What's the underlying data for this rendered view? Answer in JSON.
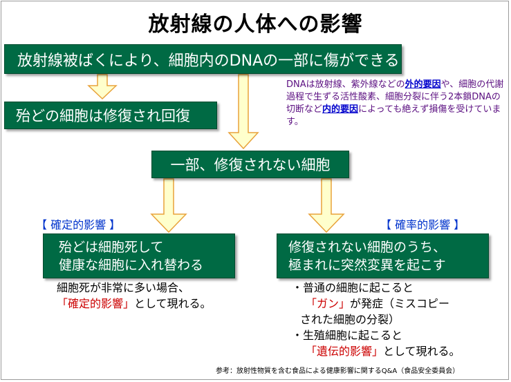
{
  "title": "放射線の人体への影響",
  "boxes": {
    "damage": "放射線被ばくにより、細胞内のDNAの一部に傷ができる",
    "repaired": "殆どの細胞は修復され回復",
    "unrepaired": "一部、修復されない細胞",
    "deterministic_line1": "殆どは細胞死して",
    "deterministic_line2": "健康な細胞に入れ替わる",
    "stochastic_line1": "修復されない細胞のうち、",
    "stochastic_line2": "極まれに突然変異を起こす"
  },
  "note": {
    "part1": "DNAは放射線、紫外線などの",
    "external": "外的要因",
    "part2": "や、細胞の代謝過程で生ずる活性酸素、細胞分裂に伴う2本鎖DNAの切断など",
    "internal": "内的要因",
    "part3": "によっても絶えず損傷を受けています。"
  },
  "labels": {
    "deterministic": "【 確定的影響 】",
    "stochastic": "【 確率的影響 】"
  },
  "deterministic_text": {
    "line1": "細胞死が非常に多い場合、",
    "term": "「確定的影響」",
    "line2_rest": "として現れる。"
  },
  "stochastic_text": {
    "bullet1": "・普通の細胞に起こると",
    "cancer": "「ガン」",
    "bullet1_rest": "が発症（ミスコピー",
    "bullet1_cont": "された細胞の分裂）",
    "bullet2": "・生殖細胞に起こると",
    "hereditary": "「遺伝的影響」",
    "bullet2_rest": "として現れる。"
  },
  "reference": "参考：放射性物質を含む食品による健康影響に関するQ&A（食品安全委員会）",
  "colors": {
    "box_fill": "#006a44",
    "arrow_fill": "#ffffcc",
    "arrow_stroke": "#e8a23a",
    "note_text": "#5a0e80",
    "emphasis": "#0000cc",
    "label": "#0033cc",
    "term": "#cc0000"
  }
}
